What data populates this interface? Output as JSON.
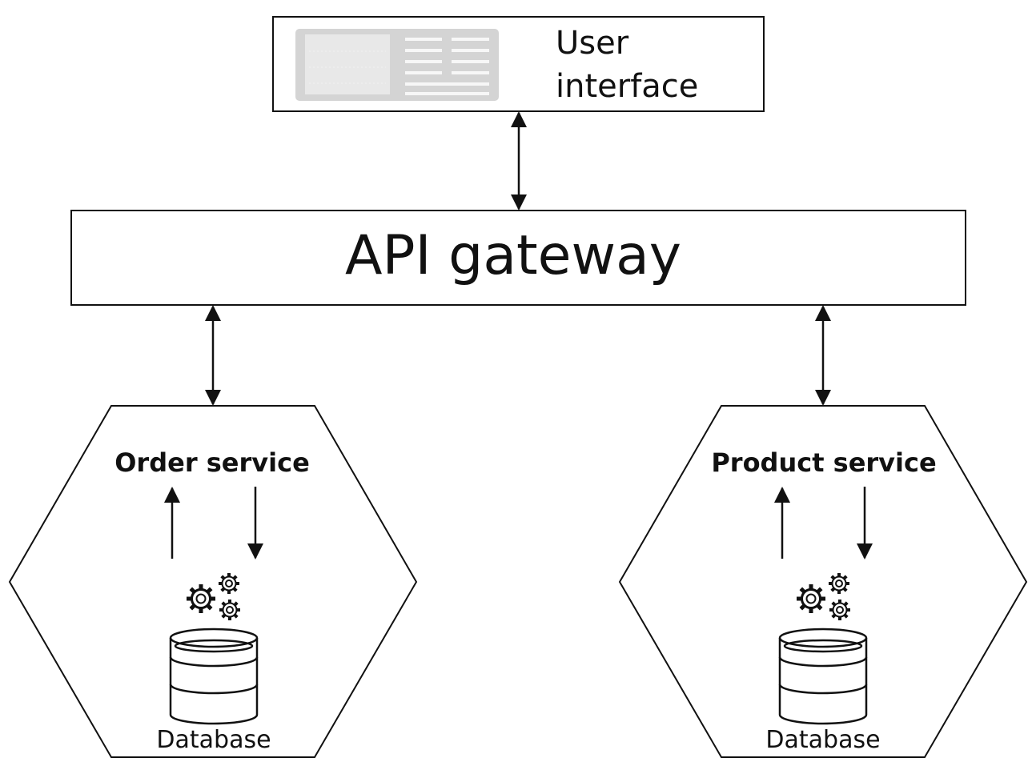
{
  "ui": {
    "label_line1": "User",
    "label_line2": "interface"
  },
  "gateway": {
    "label": "API gateway"
  },
  "services": [
    {
      "label": "Order service",
      "db_label": "Database"
    },
    {
      "label": "Product service",
      "db_label": "Database"
    }
  ],
  "icons": {
    "screen": "ui-screen-icon",
    "gears": "gears-icon",
    "database": "database-icon"
  },
  "colors": {
    "stroke": "#111111",
    "screen_fill": "#d4d4d4",
    "background": "#ffffff"
  }
}
